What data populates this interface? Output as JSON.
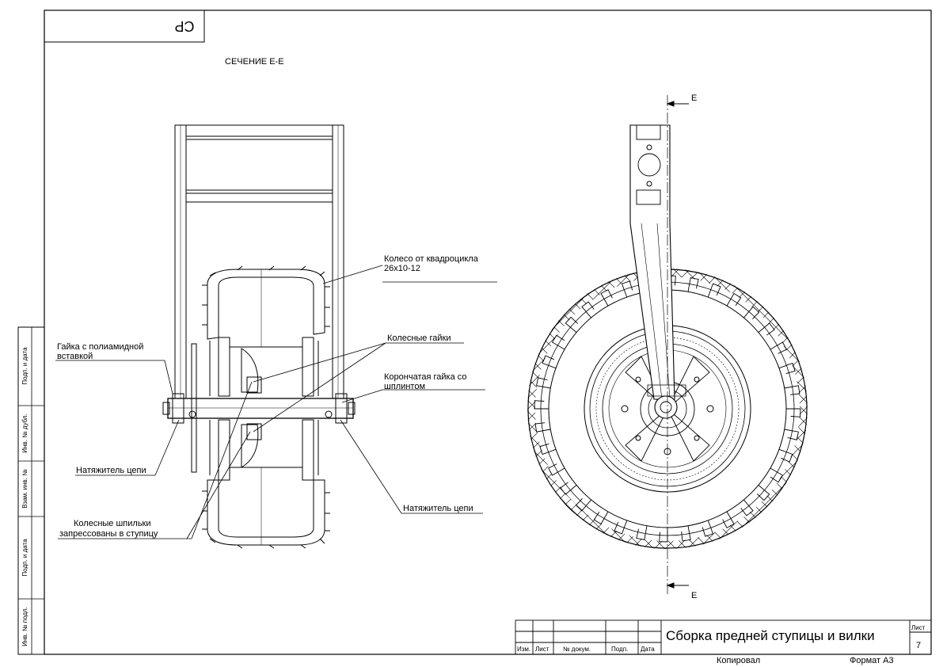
{
  "sheet": {
    "code": "СР",
    "section_title": "СЕЧЕНИЕ Е-Е",
    "section_mark_top": "Е",
    "section_mark_bottom": "Е"
  },
  "annotations": {
    "wheel_line1": "Колесо от квадроцикла",
    "wheel_line2": "26х10-12",
    "wheel_nuts": "Колесные гайки",
    "castle_nut_line1": "Корончатая гайка со",
    "castle_nut_line2": "шплинтом",
    "polyamide_nut_line1": "Гайка с полиамидной",
    "polyamide_nut_line2": "вставкой",
    "tensioner_left": "Натяжитель цепи",
    "tensioner_right": "Натяжитель цепи",
    "studs_line1": "Колесные шпильки",
    "studs_line2": "запрессованы в ступицу"
  },
  "side_stamp": [
    "Подп. и дата",
    "Инв. № дубл.",
    "Взам. инв. №",
    "Подп. и дата",
    "Инв. № подл."
  ],
  "title_block": {
    "title": "Сборка предней ступицы и вилки",
    "col_izm": "Изм.",
    "col_list": "Лист",
    "col_doc": "№ докум.",
    "col_sign": "Подп.",
    "col_date": "Дата",
    "sheet_label": "Лист",
    "sheet_number": "7",
    "copied": "Копировал",
    "format": "Формат А3"
  }
}
